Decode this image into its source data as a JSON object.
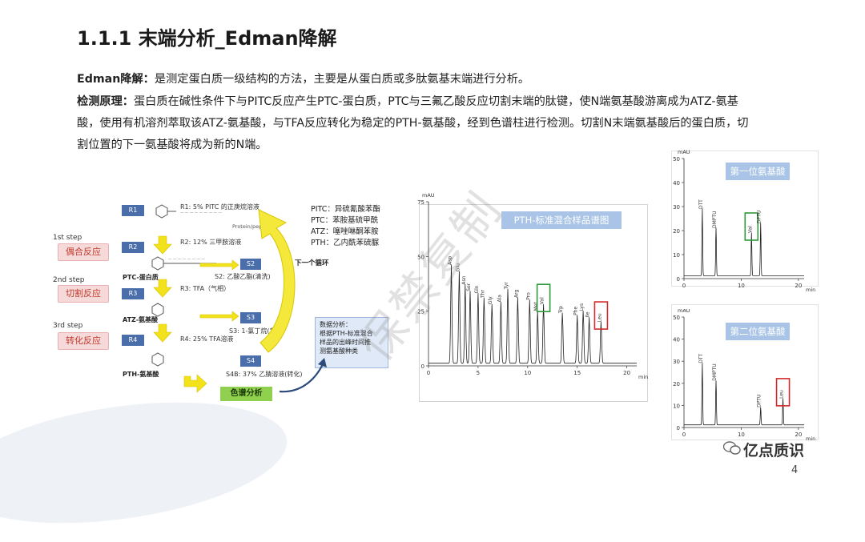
{
  "title": "1.1.1 末端分析_Edman降解",
  "intro": {
    "label": "Edman降解：",
    "text": "是测定蛋白质一级结构的方法，主要是从蛋白质或多肽氨基末端进行分析。"
  },
  "principle": {
    "label": "检测原理：",
    "line1": "蛋白质在碱性条件下与PITC反应产生PTC-蛋白质，PTC与三氟乙酸反应切割末端的肽键，使N端氨基酸游离成为ATZ-氨基",
    "line2": "酸，使用有机溶剂萃取该ATZ-氨基酸，与TFA反应转化为稳定的PTH-氨基酸，经到色谱柱进行检测。切割N末端氨基酸后的蛋白质，切",
    "line3": "割位置的下一氨基酸将成为新的N端。"
  },
  "watermark": "保禁复制",
  "diagram": {
    "steps": [
      {
        "step": "1st step",
        "label": "偶合反应"
      },
      {
        "step": "2nd step",
        "label": "切割反应"
      },
      {
        "step": "3rd step",
        "label": "转化反应"
      }
    ],
    "r_labels": [
      "R1",
      "R2",
      "R3",
      "R4"
    ],
    "r_texts": [
      "R1:  5% PITC 的正庚烷溶液",
      "R2:  12% 三甲胺溶液",
      "R3:  TFA（气相）",
      "R4:  25% TFA溶液"
    ],
    "s_labels": [
      "S2",
      "S3",
      "S4"
    ],
    "s_texts": [
      "S2:  乙酸乙酯(清洗)",
      "S3:  1-氯丁烷(萃取)",
      "S4B:  37% 乙腈溶液(转化)"
    ],
    "compounds": [
      "PTC-蛋白质",
      "ATZ-氨基酸",
      "PTH-氨基酸"
    ],
    "protein": "Protein/peptide",
    "next_cycle": "下一个循环",
    "legend": [
      "PITC：异硫氰酸苯酯",
      "PTC：苯胺基硫甲酰",
      "ATZ：噻唑啉酮苯胺",
      "PTH：乙内酰苯硫脲"
    ],
    "analysis_box": [
      "数据分析：",
      "根据PTH-标准混合",
      "样品的出峰时间推",
      "测氨基酸种类"
    ],
    "chromatography": "色谱分析"
  },
  "chart_data": [
    {
      "type": "line",
      "title": "PTH-标准混合样品谱图",
      "ylabel": "mAU",
      "xlabel": "min",
      "xlim": [
        0,
        21
      ],
      "ylim": [
        0,
        75
      ],
      "x_ticks": [
        0,
        5,
        10,
        15,
        20
      ],
      "y_ticks": [
        0,
        25,
        50,
        75
      ],
      "peaks": [
        {
          "label": "Asp",
          "x": 2.3,
          "y": 45
        },
        {
          "label": "Glu",
          "x": 3.1,
          "y": 42
        },
        {
          "label": "Asn",
          "x": 3.7,
          "y": 36
        },
        {
          "label": "Ser",
          "x": 4.2,
          "y": 33
        },
        {
          "label": "Gln",
          "x": 5.0,
          "y": 32
        },
        {
          "label": "Thr",
          "x": 5.6,
          "y": 30
        },
        {
          "label": "Gly",
          "x": 6.4,
          "y": 27
        },
        {
          "label": "Ala",
          "x": 7.3,
          "y": 28
        },
        {
          "label": "Tyr",
          "x": 8.0,
          "y": 34
        },
        {
          "label": "Arg",
          "x": 9.0,
          "y": 30
        },
        {
          "label": "Pro",
          "x": 10.2,
          "y": 29
        },
        {
          "label": "Met",
          "x": 11.0,
          "y": 24
        },
        {
          "label": "Val",
          "x": 11.6,
          "y": 27
        },
        {
          "label": "Trp",
          "x": 13.5,
          "y": 23
        },
        {
          "label": "Phe",
          "x": 15.0,
          "y": 22
        },
        {
          "label": "Lys",
          "x": 15.6,
          "y": 24
        },
        {
          "label": "Ile",
          "x": 16.2,
          "y": 21
        },
        {
          "label": "Leu",
          "x": 17.4,
          "y": 19
        }
      ],
      "highlights": [
        {
          "label": "Val",
          "color": "#2e9a3a"
        },
        {
          "label": "Leu",
          "color": "#d42b2b"
        }
      ]
    },
    {
      "type": "line",
      "title": "第一位氨基酸",
      "ylabel": "mAU",
      "xlabel": "min",
      "xlim": [
        0,
        21
      ],
      "ylim": [
        0,
        50
      ],
      "x_ticks": [
        0,
        10,
        20
      ],
      "y_ticks": [
        0,
        10,
        20,
        30,
        40,
        50
      ],
      "peaks": [
        {
          "label": "DTT",
          "x": 3.2,
          "y": 28
        },
        {
          "label": "DMPTU",
          "x": 5.6,
          "y": 20
        },
        {
          "label": "Val",
          "x": 11.8,
          "y": 18
        },
        {
          "label": "DPTU",
          "x": 13.4,
          "y": 22
        }
      ],
      "highlights": [
        {
          "label": "Val",
          "color": "#2e9a3a"
        }
      ]
    },
    {
      "type": "line",
      "title": "第二位氨基酸",
      "ylabel": "mAU",
      "xlabel": "min",
      "xlim": [
        0,
        21
      ],
      "ylim": [
        0,
        50
      ],
      "x_ticks": [
        0,
        10,
        20
      ],
      "y_ticks": [
        0,
        10,
        20,
        30,
        40,
        50
      ],
      "peaks": [
        {
          "label": "DTT",
          "x": 3.2,
          "y": 28
        },
        {
          "label": "DMPTU",
          "x": 5.6,
          "y": 20
        },
        {
          "label": "DPTU",
          "x": 13.4,
          "y": 8
        },
        {
          "label": "Leu",
          "x": 17.3,
          "y": 12
        }
      ],
      "highlights": [
        {
          "label": "Leu",
          "color": "#d42b2b"
        }
      ]
    }
  ],
  "brand": "亿点质识",
  "page_number": "4"
}
